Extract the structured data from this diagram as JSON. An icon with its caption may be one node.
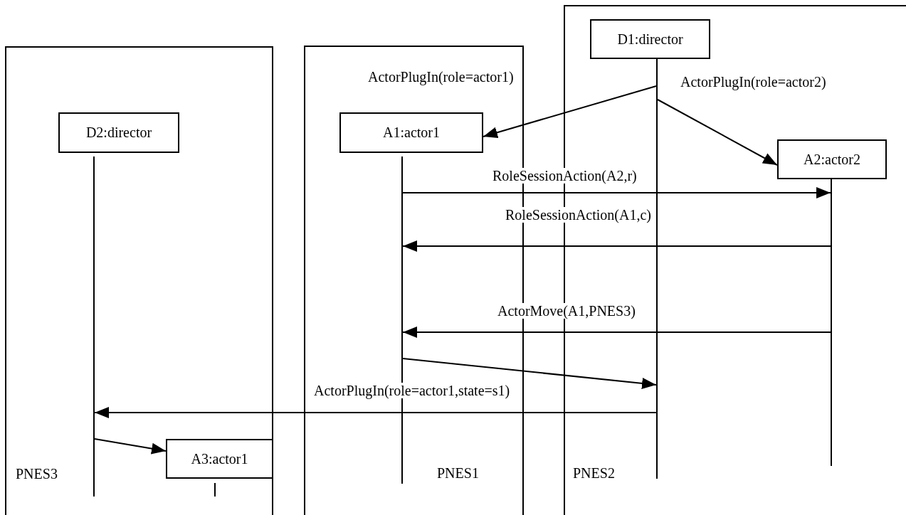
{
  "diagram": {
    "nodes": [
      {
        "text": [
          "PNES3"
        ]
      },
      {
        "text": [
          "D2:director"
        ],
        "in": 0
      },
      {
        "text": [],
        "shape": "bar",
        "in": 0
      },
      {
        "text": [
          "A3:actor1"
        ],
        "in": 0
      },
      {
        "text": [
          "PNES1"
        ]
      },
      {
        "text": [
          "A1:actor1"
        ],
        "in": 4
      },
      {
        "text": [],
        "shape": "bar",
        "in": 4
      },
      {
        "text": [
          "PNES2"
        ]
      },
      {
        "text": [
          "D1:director"
        ],
        "in": 7
      },
      {
        "text": [],
        "shape": "bar",
        "in": 7
      },
      {
        "text": [
          "A2:actor2"
        ],
        "in": 7
      },
      {
        "text": [],
        "shape": "bar",
        "in": 7
      }
    ],
    "edges": [
      {
        "from": 9,
        "to": 5,
        "arrow": "to",
        "label": "ActorPlugIn(role=actor1)"
      },
      {
        "from": 9,
        "to": 10,
        "arrow": "to",
        "label": "ActorPlugIn(role=actor2)"
      },
      {
        "from": 6,
        "to": 11,
        "arrow": "to",
        "label": "RoleSessionAction(A2,r)"
      },
      {
        "from": 11,
        "to": 6,
        "arrow": "to",
        "label": "RoleSessionAction(A1,c)"
      },
      {
        "from": 11,
        "to": 6,
        "arrow": "to",
        "label": "ActorMove(A1,PNES3)"
      },
      {
        "from": 6,
        "to": 9,
        "arrow": "to"
      },
      {
        "from": 9,
        "to": 2,
        "arrow": "to",
        "label": "ActorPlugIn(role=actor1,state=s1)"
      },
      {
        "from": 2,
        "to": 3,
        "arrow": "to"
      }
    ]
  }
}
